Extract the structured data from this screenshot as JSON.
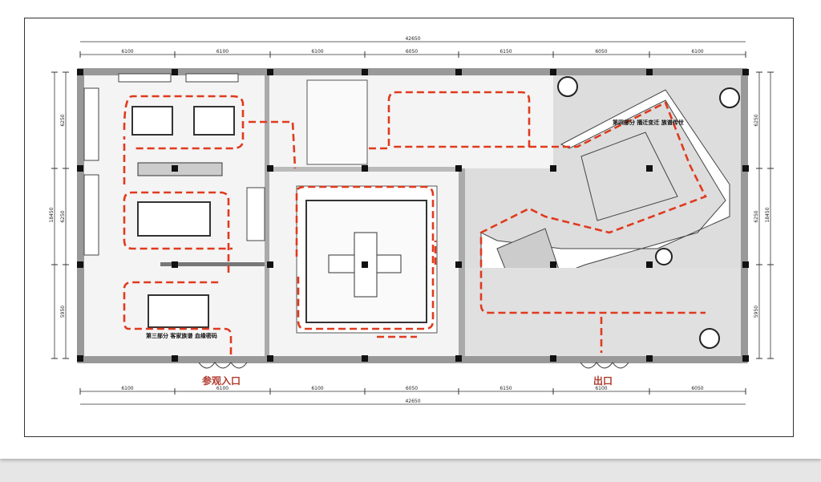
{
  "plan": {
    "top_total": "42650",
    "top_segments": [
      "6100",
      "6100",
      "6100",
      "6050",
      "6150",
      "6050",
      "6100"
    ],
    "bottom_segments": [
      "6100",
      "6100",
      "6100",
      "6050",
      "6150",
      "6100",
      "6050"
    ],
    "bottom_total": "42650",
    "left_segments": [
      "6250",
      "6250",
      "5950"
    ],
    "left_total": "18450",
    "right_segments": [
      "6250",
      "6250",
      "5950"
    ],
    "right_total": "18450",
    "section_3_label": "第三部分 客家族谱 血缘密码",
    "section_4_label": "第四部分 播迁变迁 族谱传世",
    "entrance_label": "参观入口",
    "exit_label": "出口"
  },
  "colors": {
    "route": "#e03a1e",
    "wall": "#999999",
    "column": "#111111",
    "door_text": "#b03a2e"
  }
}
